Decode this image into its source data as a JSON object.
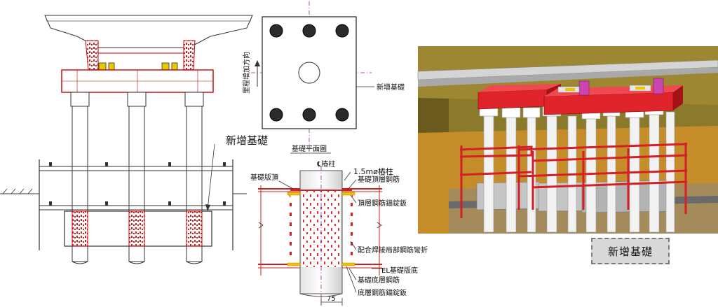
{
  "elevation": {
    "new_foundation_label": "新增基礎"
  },
  "plan": {
    "direction_label": "里程增加方向",
    "new_foundation_label": "新增基礎",
    "title": "基礎平面圖"
  },
  "section": {
    "pile_centerline": "℄樁柱",
    "pile_diameter": "1.5mø樁柱",
    "top_of_slab": "基礎版頂",
    "top_rebar": "基礎頂層鋼筋",
    "top_anchor_plate": "頂層鋼筋錨錠鈑",
    "weld_note": "配合焊接局部鋼筋彎折",
    "el_bottom": "EL基礎版底",
    "bottom_rebar": "基礎底層鋼筋",
    "bottom_anchor_plate": "底層鋼筋錨錠鈑",
    "dimension": "75"
  },
  "render_view": {
    "badge_label": "新增基礎"
  }
}
